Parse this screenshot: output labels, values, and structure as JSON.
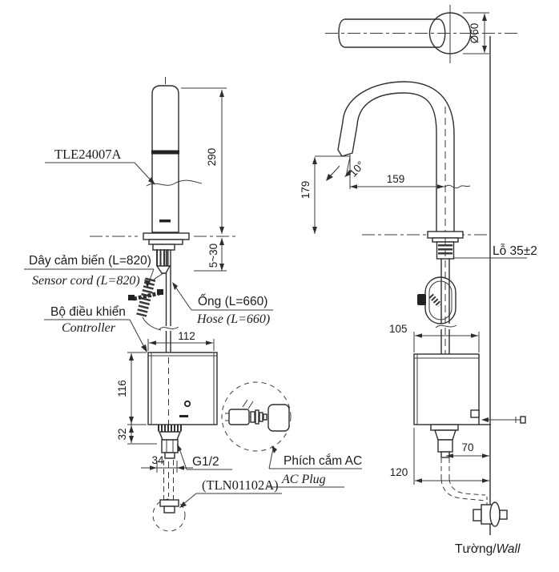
{
  "codes": {
    "model": "TLE24007A",
    "spout_part": "(TLN01102A)"
  },
  "labels": {
    "sensor_vi": "Dây cảm biến (L=820)",
    "sensor_en": "Sensor cord (L=820)",
    "hose_vi": "Ống (L=660)",
    "hose_en": "Hose (L=660)",
    "controller_vi": "Bộ điều khiển",
    "controller_en": "Controller",
    "ac_vi": "Phích cắm AC",
    "ac_en": "AC Plug",
    "thread": "G1/2",
    "hole": "Lỗ 35±2",
    "wall_vi": "Tường/",
    "wall_en": "Wall"
  },
  "dims": {
    "front": {
      "body_height": "290",
      "deck_thickness": "5~30",
      "controller_width": "112",
      "controller_height": "116",
      "fitting_height": "32",
      "nut_width": "34"
    },
    "side": {
      "base_diameter": "Ø60",
      "spout_reach": "159",
      "tip_height": "179",
      "spout_angle": "10°",
      "controller_depth": "105",
      "pipe_to_wall": "70",
      "box_to_wall": "120"
    }
  }
}
